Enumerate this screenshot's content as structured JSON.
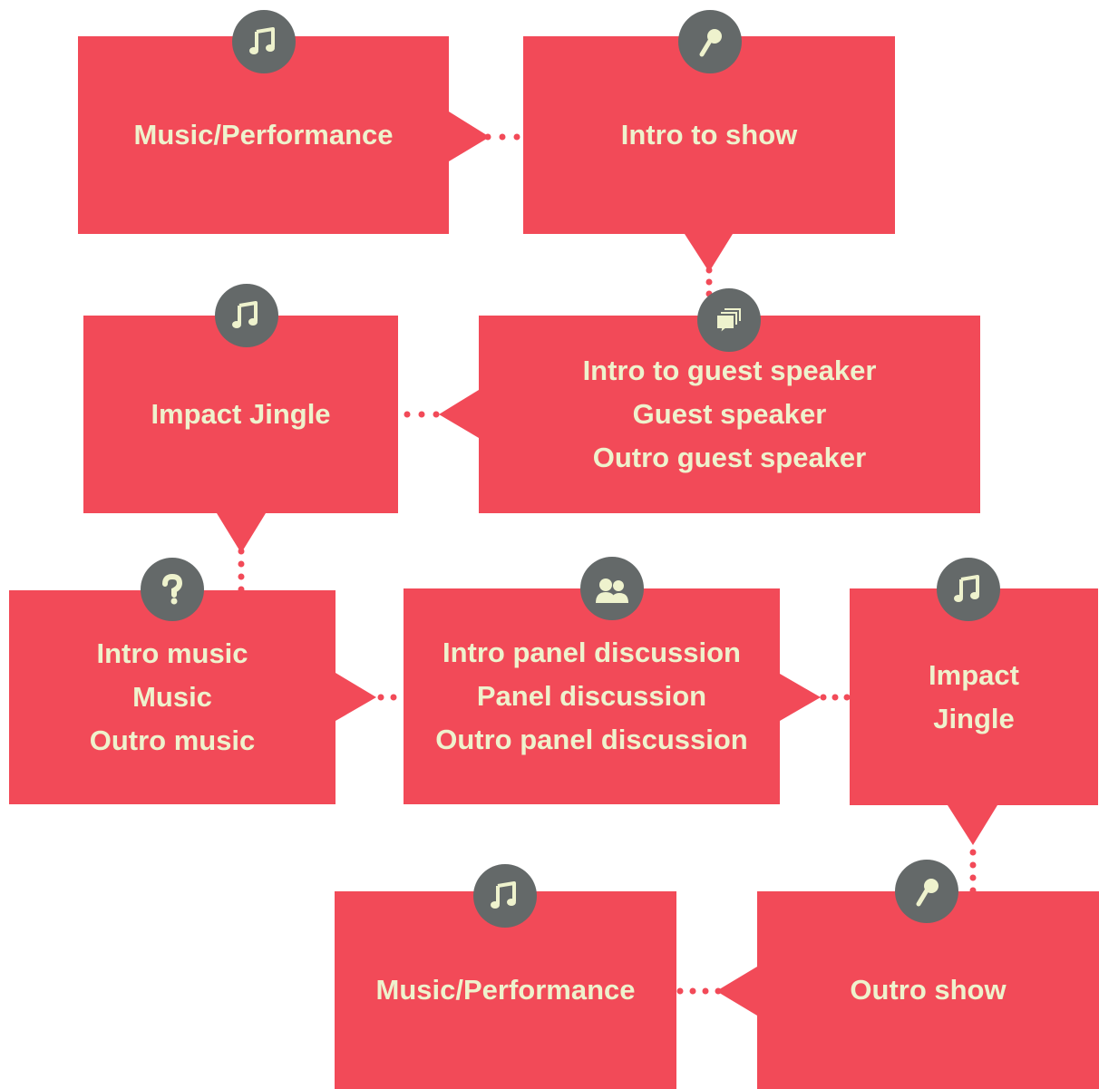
{
  "diagram": {
    "colors": {
      "box": "#f24a58",
      "text": "#eef2cd",
      "icon_bg": "#646969"
    },
    "nodes": [
      {
        "id": "music-performance-1",
        "icon": "music-note-icon",
        "lines": [
          "Music/Performance"
        ]
      },
      {
        "id": "intro-to-show",
        "icon": "microphone-icon",
        "lines": [
          "Intro to show"
        ]
      },
      {
        "id": "guest-speaker",
        "icon": "chat-bubbles-icon",
        "lines": [
          "Intro to guest speaker",
          "Guest speaker",
          "Outro guest speaker"
        ]
      },
      {
        "id": "impact-jingle-1",
        "icon": "music-note-icon",
        "lines": [
          "Impact Jingle"
        ]
      },
      {
        "id": "music-block",
        "icon": "question-mark-icon",
        "lines": [
          "Intro music",
          "Music",
          "Outro music"
        ]
      },
      {
        "id": "panel-discussion",
        "icon": "people-icon",
        "lines": [
          "Intro panel discussion",
          "Panel discussion",
          "Outro panel discussion"
        ]
      },
      {
        "id": "impact-jingle-2",
        "icon": "music-note-icon",
        "lines": [
          "Impact",
          "Jingle"
        ]
      },
      {
        "id": "outro-show",
        "icon": "microphone-icon",
        "lines": [
          "Outro show"
        ]
      },
      {
        "id": "music-performance-2",
        "icon": "music-note-icon",
        "lines": [
          "Music/Performance"
        ]
      }
    ]
  }
}
